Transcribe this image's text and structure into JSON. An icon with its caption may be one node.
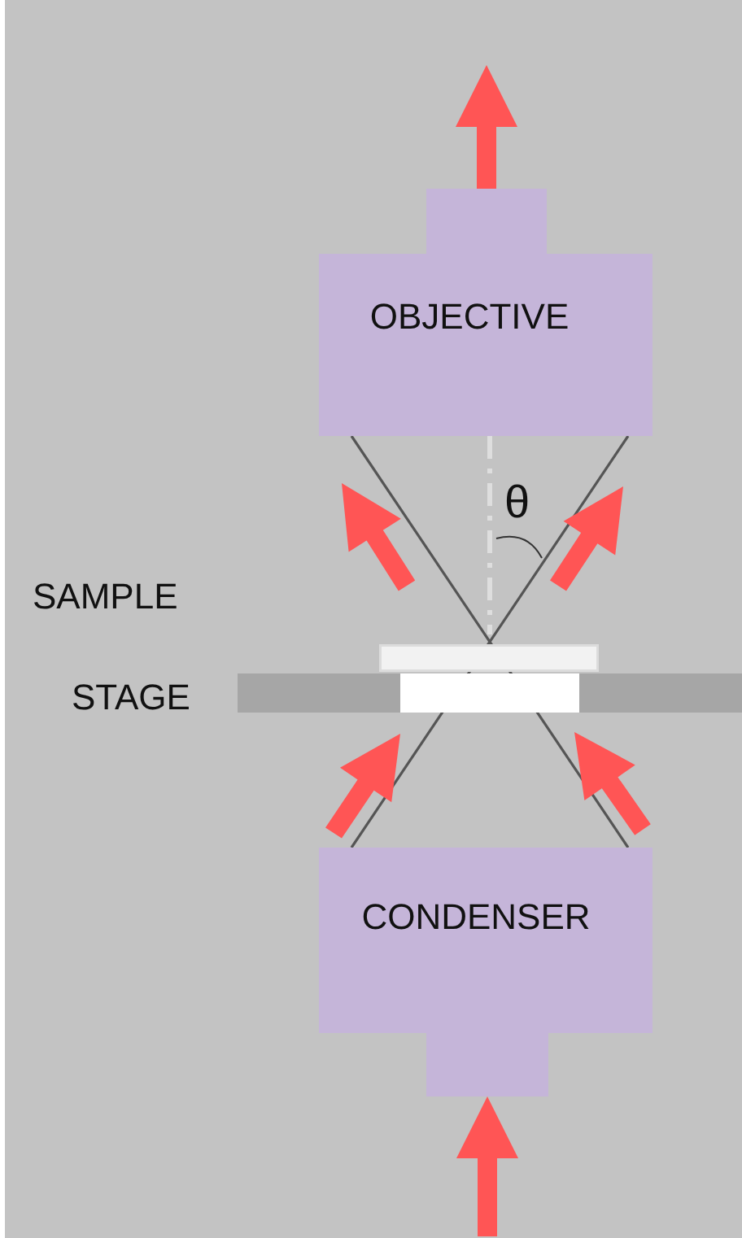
{
  "diagram": {
    "nodes": [
      {
        "text": [
          "OBJECTIVE"
        ]
      },
      {
        "text": [
          "CONDENSER"
        ]
      },
      {
        "text": [],
        "shape": "box"
      },
      {
        "text": [],
        "shape": "bar",
        "beside": [
          "STAGE"
        ]
      }
    ],
    "edges": [
      {
        "from": 0,
        "to": null,
        "arrow": "to"
      },
      {
        "from": null,
        "to": 1,
        "arrow": "to"
      },
      {
        "from": 2,
        "to": 0,
        "arrow": "to"
      },
      {
        "from": 2,
        "to": 0,
        "arrow": "to"
      },
      {
        "from": 1,
        "to": 3,
        "arrow": "to"
      },
      {
        "from": 1,
        "to": 3,
        "arrow": "to"
      }
    ],
    "labels": [
      "θ",
      "SAMPLE"
    ]
  }
}
